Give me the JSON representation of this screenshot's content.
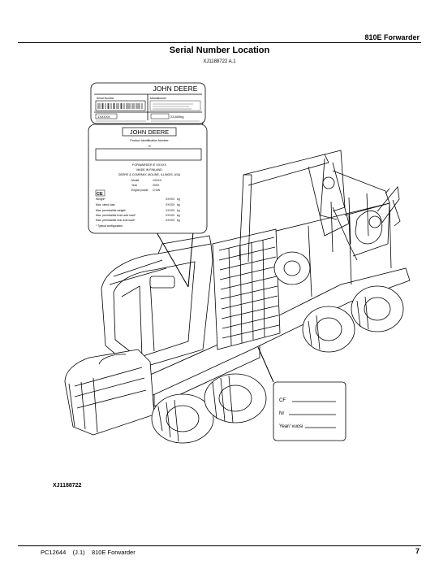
{
  "header": {
    "title": "810E Forwarder"
  },
  "section": {
    "title": "Serial Number Location",
    "figure_ref": "XJ1188722 A.1"
  },
  "figure": {
    "id": "XJ1188722",
    "small_plate": {
      "brand": "JOHN DEERE",
      "serial_label": "Serial Number",
      "manufacturer_label": "Manufacturer",
      "model_value": "1XXXXX",
      "weight_value": "23,800kg"
    },
    "main_plate": {
      "brand": "JOHN DEERE",
      "pin_label": "Product Identification Number",
      "pin_value": "*X",
      "model_line": "FORWARDER E XXXXX",
      "origin": "MADE IN FINLAND",
      "company": "DEERE & COMPANY, MOLINE, ILLINOIS, USA",
      "fields": [
        {
          "label": "Model",
          "value": "1XXXX"
        },
        {
          "label": "Year",
          "value": "20XX"
        },
        {
          "label": "Engine power",
          "value": "CI  kW"
        }
      ],
      "ce": "CE",
      "weights": [
        {
          "label": "Weight*",
          "value": "XXXXX",
          "unit": "kg"
        },
        {
          "label": "Max. rated load",
          "value": "XXXXX",
          "unit": "kg"
        },
        {
          "label": "Max. permissible weight*",
          "value": "XXXXX",
          "unit": "kg"
        },
        {
          "label": "Max. permissible front axle load*",
          "value": "XXXXX",
          "unit": "kg"
        },
        {
          "label": "Max. permissible rear axle load*",
          "value": "XXXXX",
          "unit": "kg"
        }
      ],
      "note": "* Typical configuration"
    },
    "cf_plate": {
      "rows": [
        "CF",
        "Nr",
        "Year/ vuosi"
      ]
    }
  },
  "footer": {
    "left": "PC12644    (J.1)    810E Forwarder",
    "page": "7"
  }
}
